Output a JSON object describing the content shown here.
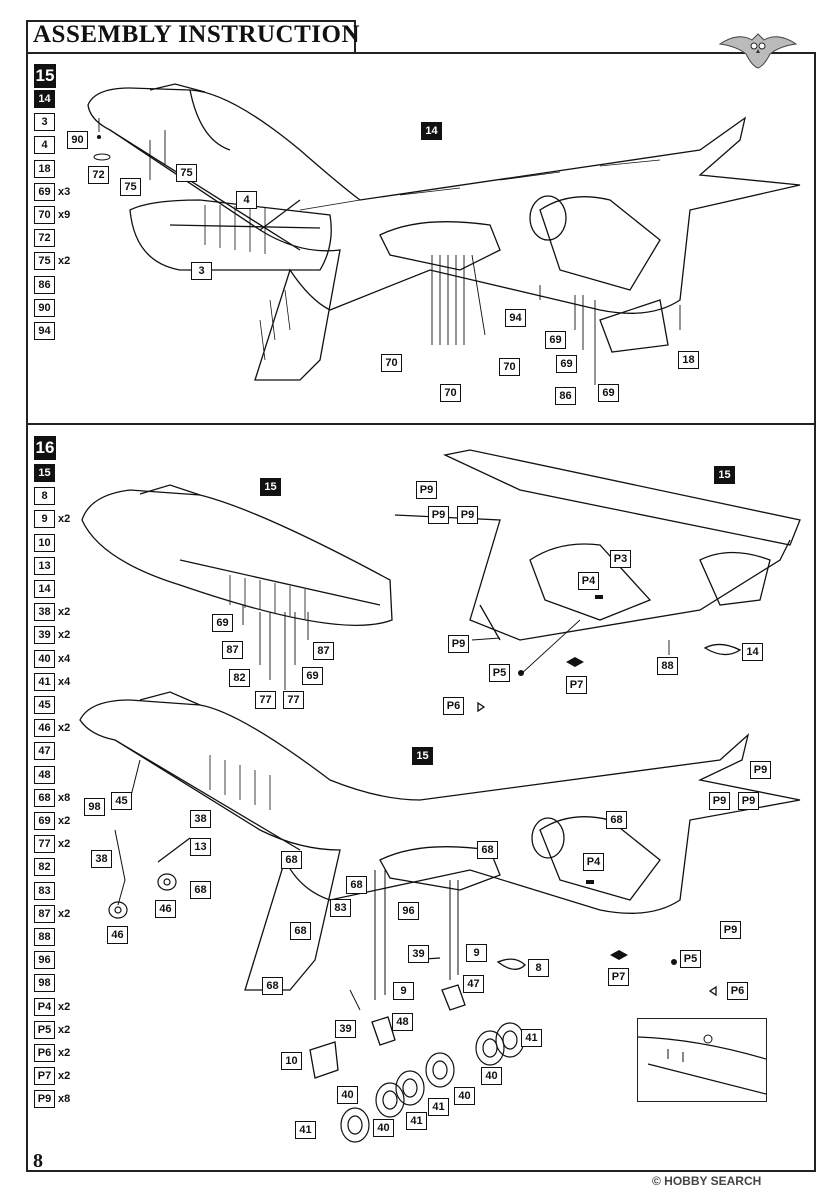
{
  "page": {
    "title": "ASSEMBLY INSTRUCTION",
    "page_number": "8",
    "watermark": "© HOBBY SEARCH",
    "logo_icon": "owl-logo-icon"
  },
  "step15": {
    "number": "15",
    "parts": [
      {
        "label": "14",
        "qty": "",
        "filled": true
      },
      {
        "label": "3",
        "qty": ""
      },
      {
        "label": "4",
        "qty": ""
      },
      {
        "label": "18",
        "qty": ""
      },
      {
        "label": "69",
        "qty": "x3"
      },
      {
        "label": "70",
        "qty": "x9"
      },
      {
        "label": "72",
        "qty": ""
      },
      {
        "label": "75",
        "qty": "x2"
      },
      {
        "label": "86",
        "qty": ""
      },
      {
        "label": "90",
        "qty": ""
      },
      {
        "label": "94",
        "qty": ""
      }
    ],
    "callouts": {
      "c90": "90",
      "c72": "72",
      "c75a": "75",
      "c75b": "75",
      "c4": "4",
      "c3": "3",
      "c14": "14",
      "c94": "94",
      "c69a": "69",
      "c69b": "69",
      "c69c": "69",
      "c86": "86",
      "c18": "18",
      "c70a": "70",
      "c70b": "70",
      "c70c": "70"
    }
  },
  "step16": {
    "number": "16",
    "parts": [
      {
        "label": "15",
        "qty": "",
        "filled": true
      },
      {
        "label": "8",
        "qty": ""
      },
      {
        "label": "9",
        "qty": "x2"
      },
      {
        "label": "10",
        "qty": ""
      },
      {
        "label": "13",
        "qty": ""
      },
      {
        "label": "14",
        "qty": ""
      },
      {
        "label": "38",
        "qty": "x2"
      },
      {
        "label": "39",
        "qty": "x2"
      },
      {
        "label": "40",
        "qty": "x4"
      },
      {
        "label": "41",
        "qty": "x4"
      },
      {
        "label": "45",
        "qty": ""
      },
      {
        "label": "46",
        "qty": "x2"
      },
      {
        "label": "47",
        "qty": ""
      },
      {
        "label": "48",
        "qty": ""
      },
      {
        "label": "68",
        "qty": "x8"
      },
      {
        "label": "69",
        "qty": "x2"
      },
      {
        "label": "77",
        "qty": "x2"
      },
      {
        "label": "82",
        "qty": ""
      },
      {
        "label": "83",
        "qty": ""
      },
      {
        "label": "87",
        "qty": "x2"
      },
      {
        "label": "88",
        "qty": ""
      },
      {
        "label": "96",
        "qty": ""
      },
      {
        "label": "98",
        "qty": ""
      },
      {
        "label": "P4",
        "qty": "x2"
      },
      {
        "label": "P5",
        "qty": "x2"
      },
      {
        "label": "P6",
        "qty": "x2"
      },
      {
        "label": "P7",
        "qty": "x2"
      },
      {
        "label": "P9",
        "qty": "x8"
      }
    ],
    "callouts": {
      "c15a": "15",
      "c69": "69",
      "c87a": "87",
      "c87b": "87",
      "c82": "82",
      "c77a": "77",
      "c77b": "77",
      "c69b": "69",
      "c15b": "15",
      "p9a": "P9",
      "p9b": "P9",
      "p9c": "P9",
      "p9d": "P9",
      "p3": "P3",
      "p4a": "P4",
      "p7a": "P7",
      "p5a": "P5",
      "p6a": "P6",
      "c88": "88",
      "c14": "14",
      "c15c": "15",
      "c98": "98",
      "c45": "45",
      "c38a": "38",
      "c38b": "38",
      "c13": "13",
      "c46a": "46",
      "c46b": "46",
      "c68a": "68",
      "c68b": "68",
      "c68c": "68",
      "c68d": "68",
      "c68e": "68",
      "c68f": "68",
      "c68g": "68",
      "c83": "83",
      "c96": "96",
      "c39a": "39",
      "c39b": "39",
      "c9a": "9",
      "c9b": "9",
      "c8": "8",
      "c47": "47",
      "c48": "48",
      "c10": "10",
      "c41a": "41",
      "c41b": "41",
      "c41c": "41",
      "c40a": "40",
      "c40b": "40",
      "c40c": "40",
      "c40d": "40",
      "p4b": "P4",
      "p9e": "P9",
      "p9f": "P9",
      "p9g": "P9",
      "p9h": "P9",
      "p5b": "P5",
      "p7b": "P7",
      "p6b": "P6"
    }
  }
}
